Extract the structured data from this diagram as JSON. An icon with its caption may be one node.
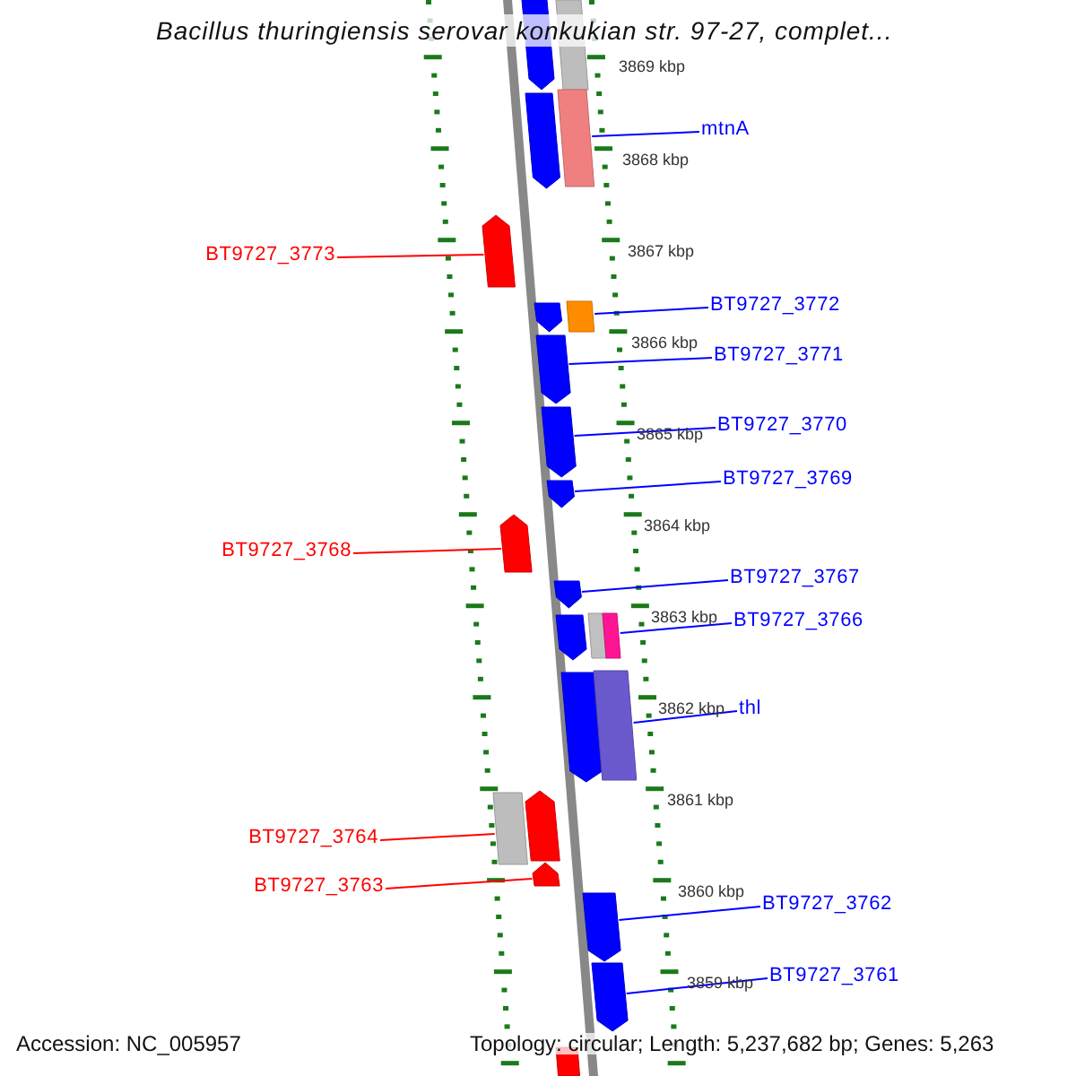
{
  "diagram": {
    "title": "Bacillus thuringiensis serovar konkukian str. 97-27, complet...",
    "nodes": [
      {
        "text": [
          "mtnA"
        ]
      },
      {
        "text": [
          "BT9727_3773"
        ]
      },
      {
        "text": [
          "BT9727_3772"
        ]
      },
      {
        "text": [
          "BT9727_3771"
        ]
      },
      {
        "text": [
          "BT9727_3770"
        ]
      },
      {
        "text": [
          "BT9727_3769"
        ]
      },
      {
        "text": [
          "BT9727_3768"
        ]
      },
      {
        "text": [
          "BT9727_3767"
        ]
      },
      {
        "text": [
          "BT9727_3766"
        ]
      },
      {
        "text": [
          "thl"
        ]
      },
      {
        "text": [
          "BT9727_3764"
        ]
      },
      {
        "text": [
          "BT9727_3763"
        ]
      },
      {
        "text": [
          "BT9727_3762"
        ]
      },
      {
        "text": [
          "BT9727_3761"
        ]
      },
      {
        "text": [],
        "shape": "arrow"
      },
      {
        "text": [],
        "shape": "bar"
      },
      {
        "text": [],
        "shape": "arrow"
      },
      {
        "text": [],
        "shape": "bar"
      },
      {
        "text": [],
        "shape": "arrow"
      },
      {
        "text": [],
        "shape": "arrow"
      },
      {
        "text": [],
        "shape": "bar"
      },
      {
        "text": [],
        "shape": "arrow"
      },
      {
        "text": [],
        "shape": "arrow"
      },
      {
        "text": [],
        "shape": "arrow"
      },
      {
        "text": [],
        "shape": "arrow"
      },
      {
        "text": [],
        "shape": "arrow"
      },
      {
        "text": [],
        "shape": "arrow"
      },
      {
        "text": [],
        "shape": "bar"
      },
      {
        "text": [],
        "shape": "bar"
      },
      {
        "text": [],
        "shape": "arrow"
      },
      {
        "text": [],
        "shape": "bar"
      },
      {
        "text": [],
        "shape": "bar"
      },
      {
        "text": [],
        "shape": "arrow"
      },
      {
        "text": [],
        "shape": "arrow"
      },
      {
        "text": [],
        "shape": "arrow"
      },
      {
        "text": [],
        "shape": "arrow"
      },
      {
        "text": [],
        "shape": "bar"
      }
    ],
    "edges": [
      {
        "from": 0,
        "to": 17,
        "arrow": "none"
      },
      {
        "from": 1,
        "to": 18,
        "arrow": "none",
        "color": "#ff0000"
      },
      {
        "from": 2,
        "to": 20,
        "arrow": "none"
      },
      {
        "from": 3,
        "to": 21,
        "arrow": "none"
      },
      {
        "from": 4,
        "to": 22,
        "arrow": "none"
      },
      {
        "from": 5,
        "to": 23,
        "arrow": "none"
      },
      {
        "from": 6,
        "to": 24,
        "arrow": "none",
        "color": "#ff0000"
      },
      {
        "from": 7,
        "to": 25,
        "arrow": "none"
      },
      {
        "from": 8,
        "to": 28,
        "arrow": "none"
      },
      {
        "from": 9,
        "to": 30,
        "arrow": "none"
      },
      {
        "from": 10,
        "to": 31,
        "arrow": "none",
        "color": "#ff0000"
      },
      {
        "from": 11,
        "to": 33,
        "arrow": "none",
        "color": "#ff0000"
      },
      {
        "from": 12,
        "to": 34,
        "arrow": "none"
      },
      {
        "from": 13,
        "to": 35,
        "arrow": "none"
      }
    ],
    "labels": [
      "3869 kbp",
      "3868 kbp",
      "3867 kbp",
      "3866 kbp",
      "3865 kbp",
      "3864 kbp",
      "3863 kbp",
      "3862 kbp",
      "3861 kbp",
      "3860 kbp",
      "3859 kbp",
      "Accession: NC_005957",
      "Topology: circular; Length: 5,237,682 bp; Genes: 5,263"
    ]
  }
}
